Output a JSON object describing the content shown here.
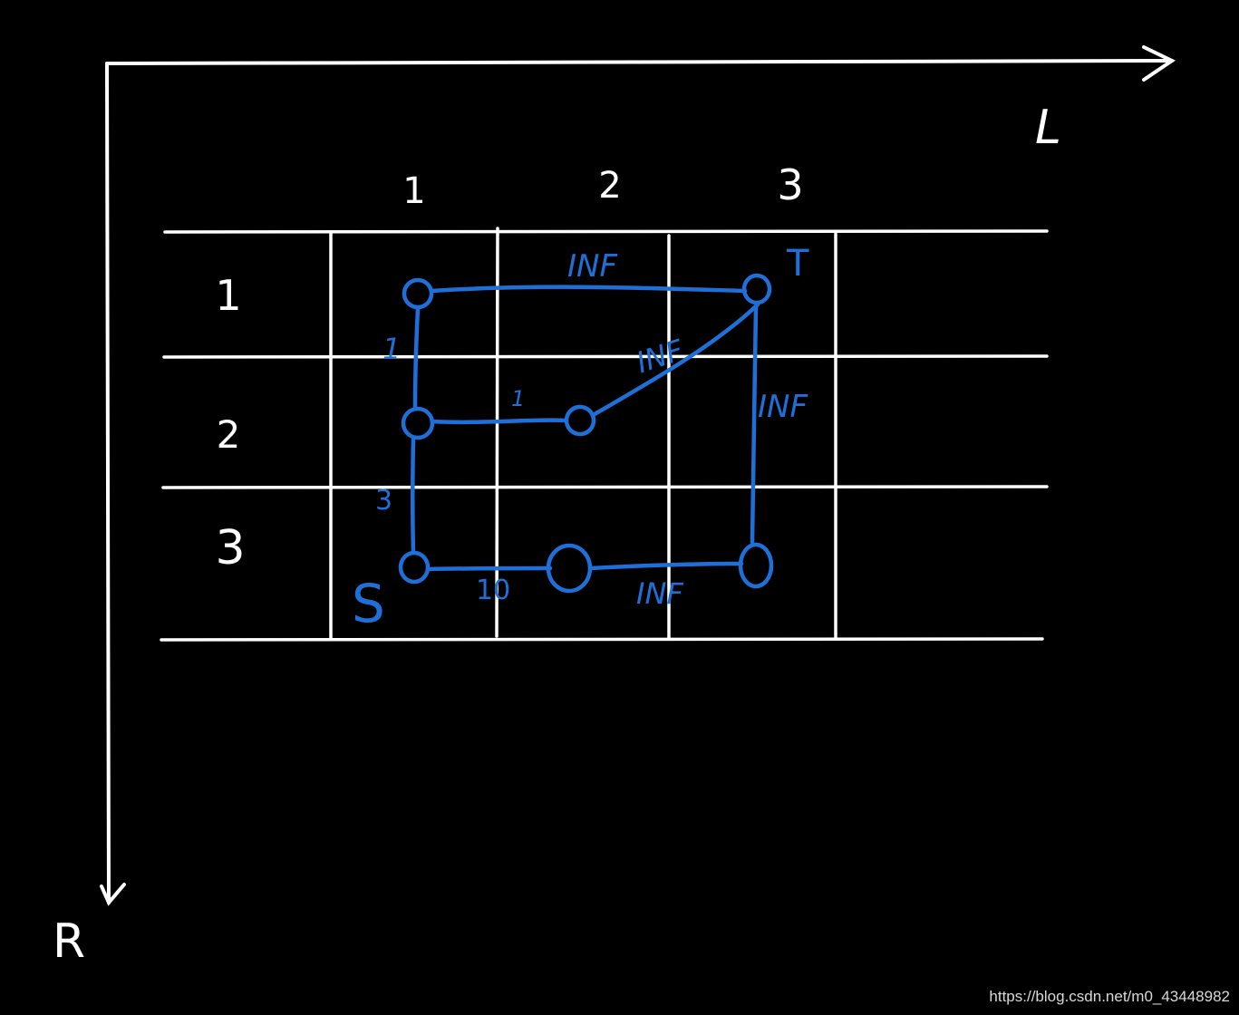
{
  "axes": {
    "horizontal_label": "L",
    "vertical_label": "R"
  },
  "column_headers": [
    "1",
    "2",
    "3"
  ],
  "row_headers": [
    "1",
    "2",
    "3"
  ],
  "nodes": {
    "source_label": "S",
    "sink_label": "T"
  },
  "edges": {
    "top_weight": "INF",
    "left_upper_weight": "1",
    "left_lower_weight": "3",
    "middle_weight": "1",
    "diagonal_weight": "INF",
    "right_weight": "INF",
    "bottom_left_weight": "10",
    "bottom_right_weight": "INF"
  },
  "colors": {
    "grid": "#ffffff",
    "graph": "#1f6fd8",
    "background": "#000000"
  },
  "watermark": "https://blog.csdn.net/m0_43448982"
}
